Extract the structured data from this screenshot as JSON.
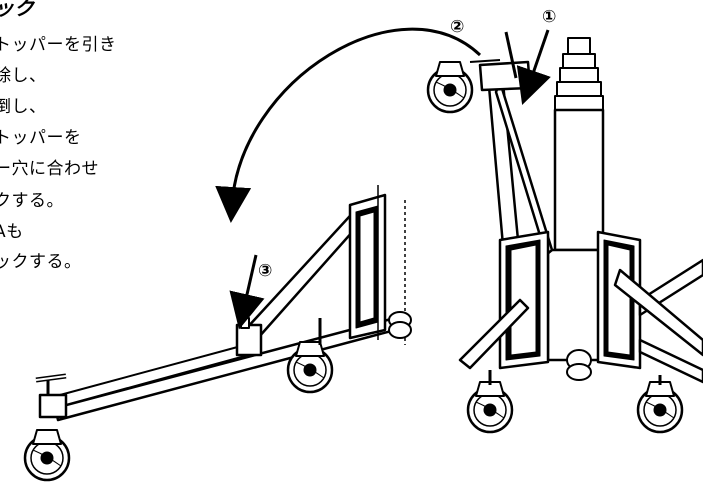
{
  "instructions": {
    "heading": "ック",
    "lines": [
      "トッパーを引き",
      "除し、",
      "倒し、",
      "トッパーを",
      "ー穴に合わせ",
      "クする。",
      "Aも",
      "ックする。"
    ]
  },
  "callouts": [
    "①",
    "②",
    "③"
  ]
}
